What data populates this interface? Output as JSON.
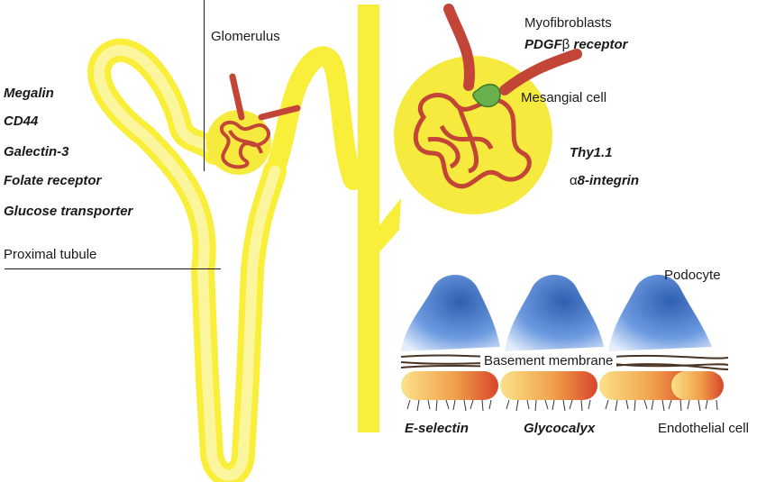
{
  "labels": {
    "glomerulus": "Glomerulus",
    "proximal_tubule": "Proximal tubule",
    "myofibroblasts": "Myofibroblasts",
    "mesangial_cell": "Mesangial cell",
    "podocyte": "Podocyte",
    "basement_membrane": "Basement membrane",
    "endothelial_cell": "Endothelial cell"
  },
  "proximal_tubule_markers": [
    "Megalin",
    "CD44",
    "Galectin-3",
    "Folate receptor",
    "Glucose transporter"
  ],
  "myofibroblast_marker": {
    "prefix": "PDGF",
    "greek": "β",
    "suffix": " receptor"
  },
  "mesangial_markers": {
    "thy": "Thy1.1",
    "integrin_greek": "α",
    "integrin_suffix": "8-integrin"
  },
  "endothelial_markers": [
    "E-selectin",
    "Glycocalyx"
  ],
  "colors": {
    "tubule": "#f9ef3a",
    "tubule_light": "#fbf7a6",
    "glomerulus_capsule": "#f7ea3f",
    "capillary": "#c24538",
    "mesangial": "#6ab04c",
    "podocyte": "#2f5fb0",
    "endothelial": "#e05a2c",
    "membrane_fibers": "#4a3424"
  }
}
